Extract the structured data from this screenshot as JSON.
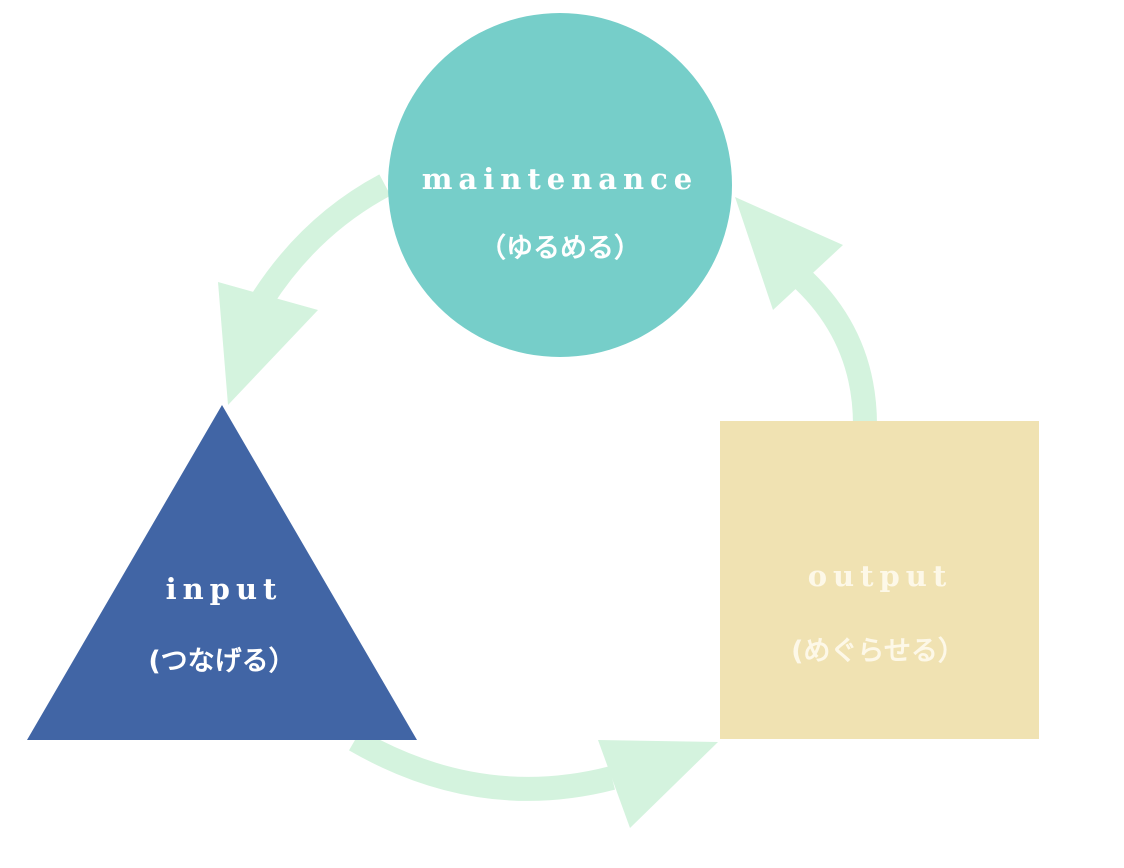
{
  "diagram": {
    "type": "cycle",
    "nodes": [
      {
        "id": "maintenance",
        "shape": "circle",
        "title": "maintenance",
        "subtitle": "（ゆるめる）",
        "color": "#76cec9"
      },
      {
        "id": "input",
        "shape": "triangle",
        "title": "input",
        "subtitle": "(つなげる）",
        "color": "#4165a5"
      },
      {
        "id": "output",
        "shape": "square",
        "title": "output",
        "subtitle": "(めぐらせる）",
        "color": "#f0e2b2"
      }
    ],
    "edges": [
      {
        "from": "maintenance",
        "to": "input"
      },
      {
        "from": "input",
        "to": "output"
      },
      {
        "from": "output",
        "to": "maintenance"
      }
    ],
    "arrow_color": "#d4f3de"
  }
}
